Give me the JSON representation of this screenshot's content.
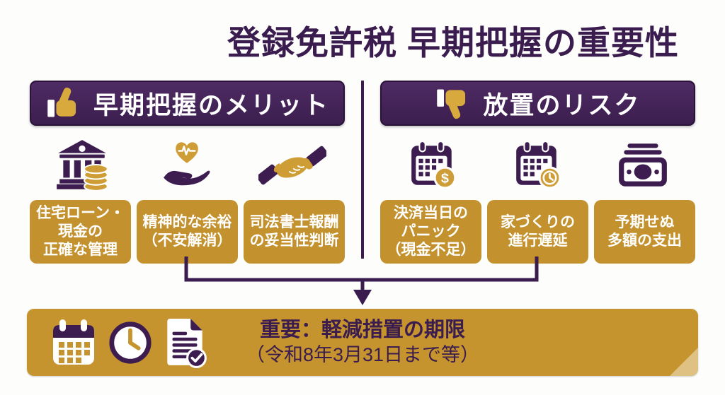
{
  "title": "登録免許税 早期把握の重要性",
  "colors": {
    "purple": "#3d1d4f",
    "purple_dark": "#2a123a",
    "purple_header": "#45245a",
    "gold": "#c3912d",
    "gold_banner": "#c6942e",
    "white": "#ffffff",
    "background": "#fdfdfc"
  },
  "merits": {
    "header": "早期把握のメリット",
    "header_icon": "thumbs-up-icon",
    "items": [
      {
        "icon": "bank-coins-icon",
        "label": "住宅ローン・\n現金の\n正確な管理"
      },
      {
        "icon": "heart-hand-icon",
        "label": "精神的な余裕\n（不安解消）"
      },
      {
        "icon": "handshake-icon",
        "label": "司法書士報酬\nの妥当性判断"
      }
    ]
  },
  "risks": {
    "header": "放置のリスク",
    "header_icon": "thumbs-down-icon",
    "items": [
      {
        "icon": "calendar-dollar-icon",
        "label": "決済当日の\nパニック\n（現金不足）"
      },
      {
        "icon": "calendar-clock-icon",
        "label": "家づくりの\n進行遅延"
      },
      {
        "icon": "money-icon",
        "label": "予期せぬ\n多額の支出"
      }
    ]
  },
  "footer": {
    "icons": [
      "calendar-icon",
      "clock-icon",
      "document-check-icon"
    ],
    "title": "重要：軽減措置の期限",
    "subtitle": "（令和8年3月31日まで等）"
  }
}
